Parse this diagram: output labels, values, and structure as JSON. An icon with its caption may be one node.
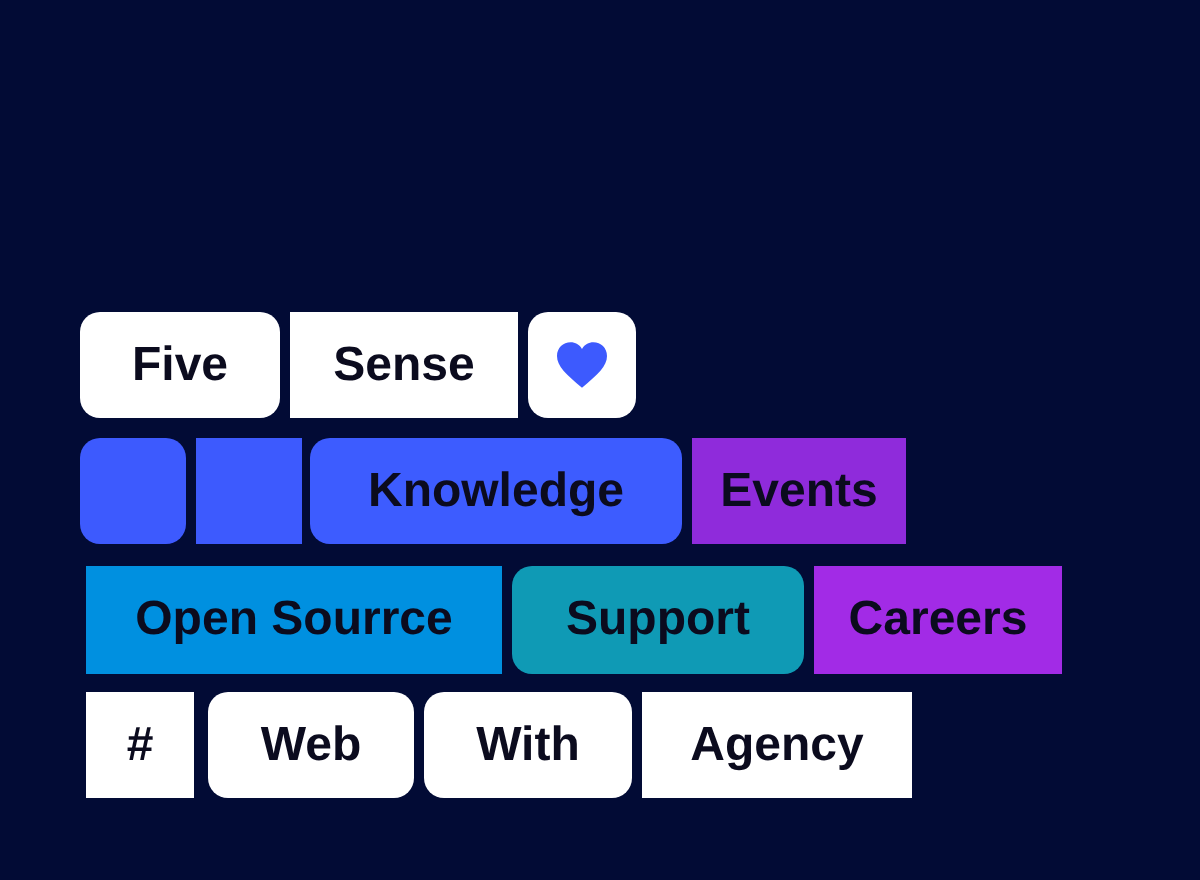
{
  "diagram": {
    "nodes": [
      {
        "text": [
          "Five"
        ]
      },
      {
        "text": [
          "Sense"
        ]
      },
      {
        "text": [],
        "shape": "heart"
      },
      {
        "text": [],
        "shape": "box"
      },
      {
        "text": [],
        "shape": "box"
      },
      {
        "text": [
          "Knowledge"
        ]
      },
      {
        "text": [
          "Events"
        ]
      },
      {
        "text": [
          "Open Sourrce"
        ]
      },
      {
        "text": [
          "Support"
        ]
      },
      {
        "text": [
          "Careers"
        ]
      },
      {
        "text": [
          "#"
        ]
      },
      {
        "text": [
          "Web"
        ]
      },
      {
        "text": [
          "With"
        ]
      },
      {
        "text": [
          "Agency"
        ]
      }
    ]
  }
}
